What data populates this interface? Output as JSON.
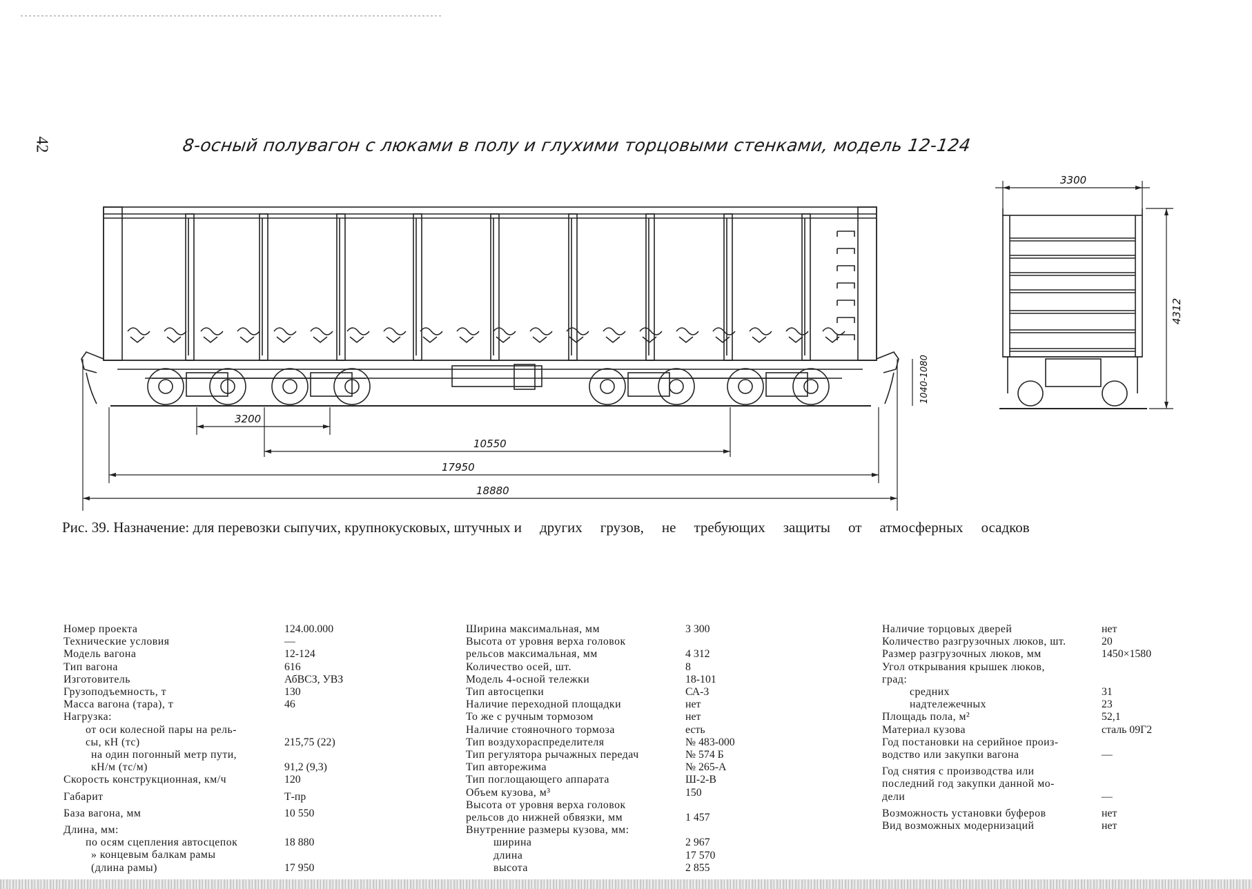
{
  "page_number": "42",
  "title": "8-осный полувагон с люками в полу и глухими торцовыми стенками, модель 12-124",
  "dimensions": {
    "d3200": "3200",
    "d10550": "10550",
    "d17950": "17950",
    "d18880": "18880",
    "d3300": "3300",
    "d4312": "4312",
    "d1040": "1040-1080"
  },
  "caption": [
    "Рис. 39. Назначение: для перевозки сыпучих, крупнокусковых, штучных и",
    "других",
    "грузов,",
    "не",
    "требующих",
    "защиты",
    "от",
    "атмосферных",
    "осадков"
  ],
  "specs_col1": [
    {
      "label": "Номер проекта",
      "value": "124.00.000"
    },
    {
      "label": "Технические условия",
      "value": "—"
    },
    {
      "label": "Модель вагона",
      "value": "12-124"
    },
    {
      "label": "Тип вагона",
      "value": "616"
    },
    {
      "label": "Изготовитель",
      "value": "АбВСЗ, УВЗ"
    },
    {
      "label": "Грузоподъемность, т",
      "value": "130"
    },
    {
      "label": "Масса вагона (тара), т",
      "value": "46"
    },
    {
      "label": "Нагрузка:",
      "value": ""
    },
    {
      "label": "от оси колесной пары на рель-",
      "value": ""
    },
    {
      "label": "сы, кН (тс)",
      "value": "215,75 (22)"
    },
    {
      "label": "на один погонный метр пути,",
      "value": ""
    },
    {
      "label": "кН/м (тс/м)",
      "value": "91,2 (9,3)"
    },
    {
      "label": "Скорость конструкционная, км/ч",
      "value": "120"
    },
    {
      "label": "Габарит",
      "value": "Т-пр"
    },
    {
      "label": "База вагона, мм",
      "value": "10 550"
    },
    {
      "label": "Длина, мм:",
      "value": ""
    },
    {
      "label": "по осям сцепления автосцепок",
      "value": "18 880"
    },
    {
      "label": "» концевым балкам рамы",
      "value": ""
    },
    {
      "label": "(длина рамы)",
      "value": "17 950"
    }
  ],
  "specs_col2": [
    {
      "label": "Ширина максимальная, мм",
      "value": "3 300"
    },
    {
      "label": "Высота от уровня верха головок",
      "value": ""
    },
    {
      "label": "рельсов максимальная, мм",
      "value": "4 312"
    },
    {
      "label": "Количество осей, шт.",
      "value": "8"
    },
    {
      "label": "Модель 4-осной тележки",
      "value": "18-101"
    },
    {
      "label": "Тип автосцепки",
      "value": "СА-3"
    },
    {
      "label": "Наличие переходной площадки",
      "value": "нет"
    },
    {
      "label": "То же с ручным тормозом",
      "value": "нет"
    },
    {
      "label": "Наличие стояночного тормоза",
      "value": "есть"
    },
    {
      "label": "Тип воздухораспределителя",
      "value": "№ 483-000"
    },
    {
      "label": "Тип регулятора рычажных передач",
      "value": "№ 574 Б"
    },
    {
      "label": "Тип авторежима",
      "value": "№ 265-А"
    },
    {
      "label": "Тип поглощающего аппарата",
      "value": "Ш-2-В"
    },
    {
      "label": "Объем кузова, м³",
      "value": "150"
    },
    {
      "label": "Высота от уровня верха головок",
      "value": ""
    },
    {
      "label": "рельсов до нижней обвязки, мм",
      "value": "1 457"
    },
    {
      "label": "Внутренние размеры кузова, мм:",
      "value": ""
    },
    {
      "label": "ширина",
      "value": "2 967"
    },
    {
      "label": "длина",
      "value": "17 570"
    },
    {
      "label": "высота",
      "value": "2 855"
    }
  ],
  "specs_col3": [
    {
      "label": "Наличие торцовых дверей",
      "value": "нет"
    },
    {
      "label": "Количество разгрузочных люков, шт.",
      "value": "20"
    },
    {
      "label": "Размер разгрузочных люков, мм",
      "value": "1450×1580"
    },
    {
      "label": "Угол открывания крышек люков,",
      "value": ""
    },
    {
      "label": "град:",
      "value": ""
    },
    {
      "label": "средних",
      "value": "31"
    },
    {
      "label": "надтележечных",
      "value": "23"
    },
    {
      "label": "Площадь пола, м²",
      "value": "52,1"
    },
    {
      "label": "Материал кузова",
      "value": "сталь 09Г2"
    },
    {
      "label": "Год постановки на серийное произ-",
      "value": ""
    },
    {
      "label": "водство или закупки вагона",
      "value": "—"
    },
    {
      "label": "Год снятия с производства или",
      "value": ""
    },
    {
      "label": "последний год закупки данной мо-",
      "value": ""
    },
    {
      "label": "дели",
      "value": "—"
    },
    {
      "label": "Возможность установки буферов",
      "value": "нет"
    },
    {
      "label": "Вид возможных модернизаций",
      "value": "нет"
    }
  ]
}
